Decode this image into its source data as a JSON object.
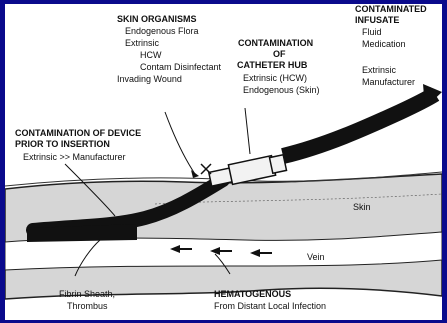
{
  "labels": {
    "skin_organisms": {
      "title": "SKIN ORGANISMS",
      "lines": [
        "Endogenous Flora",
        "Extrinsic",
        "HCW",
        "Contam Disinfectant",
        "Invading Wound"
      ]
    },
    "catheter_hub": {
      "title_lines": [
        "CONTAMINATION",
        "OF",
        "CATHETER HUB"
      ],
      "lines": [
        "Extrinsic (HCW)",
        "Endogenous (Skin)"
      ]
    },
    "infusate": {
      "title_lines": [
        "CONTAMINATED",
        "INFUSATE"
      ],
      "lines": [
        "Fluid",
        "Medication",
        "Extrinsic",
        "Manufacturer"
      ]
    },
    "device_prior": {
      "title_lines": [
        "CONTAMINATION OF DEVICE",
        "PRIOR TO INSERTION"
      ],
      "lines": [
        "Extrinsic >> Manufacturer"
      ]
    },
    "skin": "Skin",
    "vein": "Vein",
    "fibrin": [
      "Fibrin Sheath,",
      "Thrombus"
    ],
    "hematogenous": {
      "title": "HEMATOGENOUS",
      "line": "From Distant Local Infection"
    }
  },
  "colors": {
    "background": "#0a0a8c",
    "panel": "#ffffff",
    "tissue": "#d9d9d9",
    "ink": "#111111"
  }
}
